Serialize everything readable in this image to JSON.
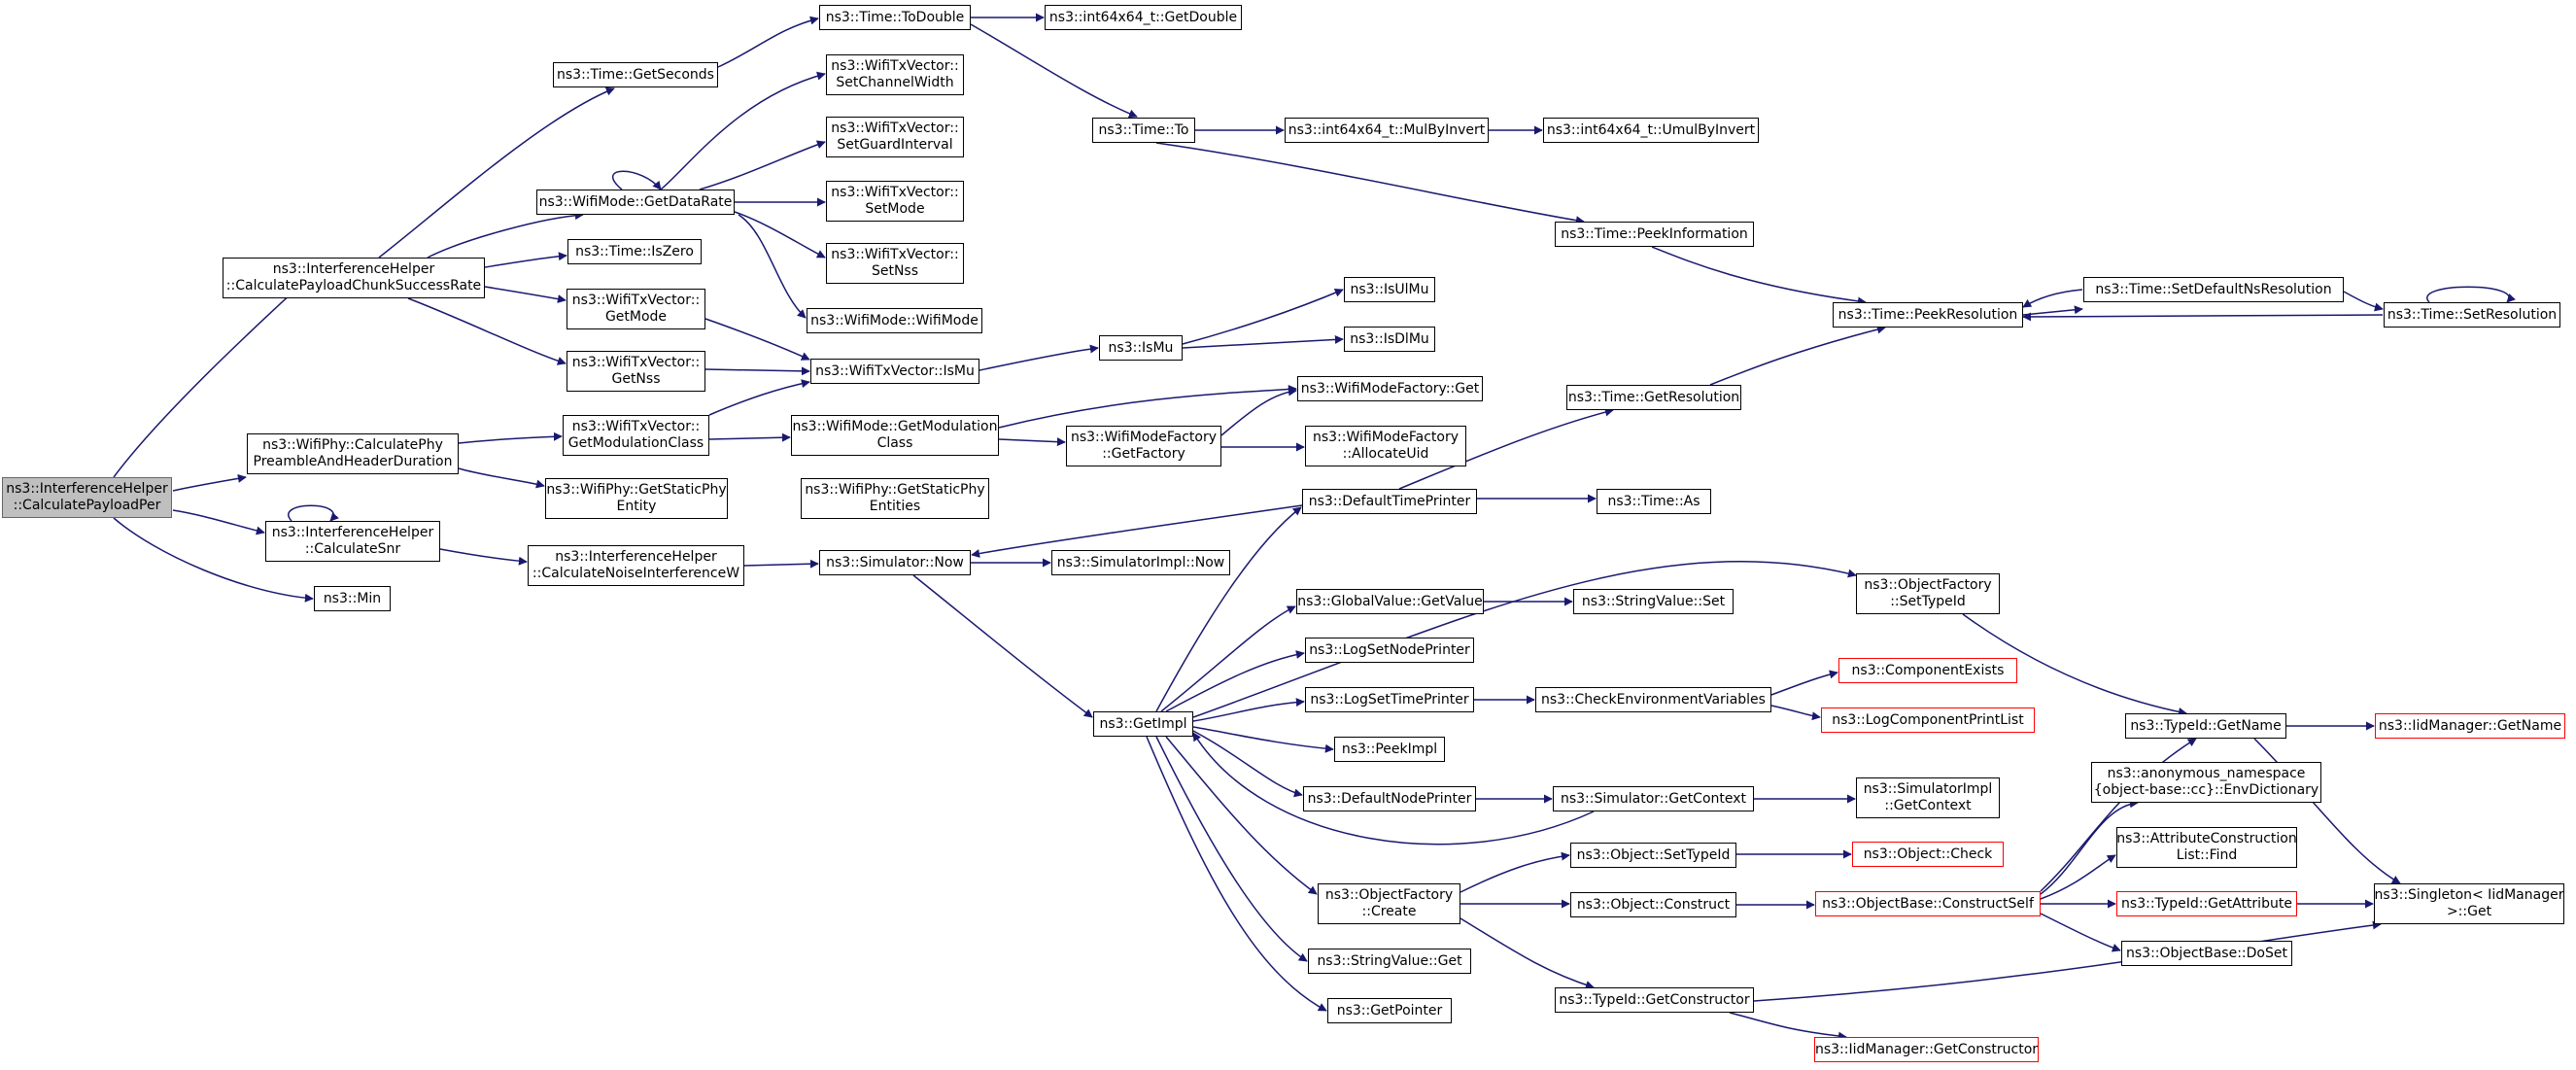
{
  "colors": {
    "edge": "#191970",
    "border": "#000000",
    "truncated_border": "#ff0000",
    "root_fill": "#bfbfbf",
    "root_border": "#666666",
    "background": "#ffffff"
  },
  "nodes": {
    "root": "ns3::InterferenceHelper\n::CalculatePayloadPer",
    "calcChunk": "ns3::InterferenceHelper\n::CalculatePayloadChunkSuccessRate",
    "calcPreamble": "ns3::WifiPhy::CalculatePhy\nPreambleAndHeaderDuration",
    "calcSnr": "ns3::InterferenceHelper\n::CalculateSnr",
    "min": "ns3::Min",
    "getSeconds": "ns3::Time::GetSeconds",
    "getDataRate": "ns3::WifiMode::GetDataRate",
    "isZero": "ns3::Time::IsZero",
    "txGetMode": "ns3::WifiTxVector::\nGetMode",
    "txGetNss": "ns3::WifiTxVector::\nGetNss",
    "getModulationClass": "ns3::WifiTxVector::\nGetModulationClass",
    "getStaticPhyEntity": "ns3::WifiPhy::GetStaticPhy\nEntity",
    "calcNoise": "ns3::InterferenceHelper\n::CalculateNoiseInterferenceW",
    "toDouble": "ns3::Time::ToDouble",
    "int64GetDouble": "ns3::int64x64_t::GetDouble",
    "setChannelWidth": "ns3::WifiTxVector::\nSetChannelWidth",
    "setGuardInterval": "ns3::WifiTxVector::\nSetGuardInterval",
    "setMode": "ns3::WifiTxVector::\nSetMode",
    "setNss": "ns3::WifiTxVector::\nSetNss",
    "wifiModeCtor": "ns3::WifiMode::WifiMode",
    "isMuTx": "ns3::WifiTxVector::IsMu",
    "modeGetModClass": "ns3::WifiMode::GetModulation\nClass",
    "getStaticPhyEntities": "ns3::WifiPhy::GetStaticPhy\nEntities",
    "simNow": "ns3::Simulator::Now",
    "timeTo": "ns3::Time::To",
    "isMu": "ns3::IsMu",
    "factoryGetFactory": "ns3::WifiModeFactory\n::GetFactory",
    "factoryGet": "ns3::WifiModeFactory::Get",
    "allocateUid": "ns3::WifiModeFactory\n::AllocateUid",
    "simImplNow": "ns3::SimulatorImpl::Now",
    "getImpl": "ns3::GetImpl",
    "mulByInvert": "ns3::int64x64_t::MulByInvert",
    "umulByInvert": "ns3::int64x64_t::UmulByInvert",
    "isUlMu": "ns3::IsUlMu",
    "isDlMu": "ns3::IsDlMu",
    "defaultTimePrinter": "ns3::DefaultTimePrinter",
    "globalGetValue": "ns3::GlobalValue::GetValue",
    "logSetNodePrinter": "ns3::LogSetNodePrinter",
    "logSetTimePrinter": "ns3::LogSetTimePrinter",
    "peekImpl": "ns3::PeekImpl",
    "defaultNodePrinter": "ns3::DefaultNodePrinter",
    "objFactoryCreate": "ns3::ObjectFactory\n::Create",
    "stringGet": "ns3::StringValue::Get",
    "getPointer": "ns3::GetPointer",
    "peekInformation": "ns3::Time::PeekInformation",
    "getResolution": "ns3::Time::GetResolution",
    "timeAs": "ns3::Time::As",
    "stringSet": "ns3::StringValue::Set",
    "checkEnv": "ns3::CheckEnvironmentVariables",
    "simGetContext": "ns3::Simulator::GetContext",
    "objSetTypeId": "ns3::Object::SetTypeId",
    "objConstruct": "ns3::Object::Construct",
    "typeGetConstructor": "ns3::TypeId::GetConstructor",
    "factorySetTypeId": "ns3::ObjectFactory\n::SetTypeId",
    "componentExists": "ns3::ComponentExists",
    "logComponentPrintList": "ns3::LogComponentPrintList",
    "simImplGetContext": "ns3::SimulatorImpl\n::GetContext",
    "objCheck": "ns3::Object::Check",
    "constructSelf": "ns3::ObjectBase::ConstructSelf",
    "iidGetConstructor": "ns3::IidManager::GetConstructor",
    "peekResolution": "ns3::Time::PeekResolution",
    "setDefaultNsRes": "ns3::Time::SetDefaultNsResolution",
    "setResolution": "ns3::Time::SetResolution",
    "typeGetName": "ns3::TypeId::GetName",
    "envDictionary": "ns3::anonymous_namespace\n{object-base::cc}::EnvDictionary",
    "attrListFind": "ns3::AttributeConstruction\nList::Find",
    "typeGetAttribute": "ns3::TypeId::GetAttribute",
    "objDoSet": "ns3::ObjectBase::DoSet",
    "iidGetName": "ns3::IidManager::GetName",
    "singletonGet": "ns3::Singleton< IidManager\n>::Get"
  }
}
